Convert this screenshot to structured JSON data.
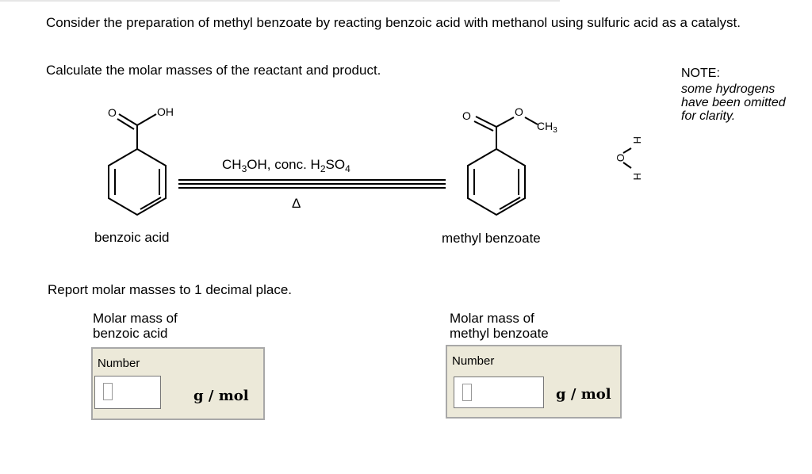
{
  "question": {
    "text": "Consider the preparation of methyl benzoate by reacting benzoic acid with methanol using sulfuric acid as a catalyst.",
    "instruction": "Calculate the molar masses of the reactant and product."
  },
  "note": {
    "title": "NOTE:",
    "body": "some hydrogens\nhave been omitted\nfor clarity."
  },
  "reaction": {
    "reactant_name": "benzoic acid",
    "product_name": "methyl benzoate",
    "conditions_main": "CH",
    "conditions_sub1": "3",
    "conditions_mid": "OH, conc. H",
    "conditions_sub2": "2",
    "conditions_end": "SO",
    "conditions_sub3": "4",
    "heat_symbol": "Δ",
    "labels": {
      "o": "O",
      "oh": "OH",
      "ch": "CH",
      "ch_sub": "3",
      "h": "H"
    }
  },
  "report": {
    "instruction": "Report molar masses to 1 decimal place."
  },
  "answers": [
    {
      "label": "Molar mass of\nbenzoic acid",
      "number_label": "Number",
      "value": "",
      "unit": "g / mol"
    },
    {
      "label": "Molar mass of\nmethyl benzoate",
      "number_label": "Number",
      "value": "",
      "unit": "g / mol"
    }
  ]
}
